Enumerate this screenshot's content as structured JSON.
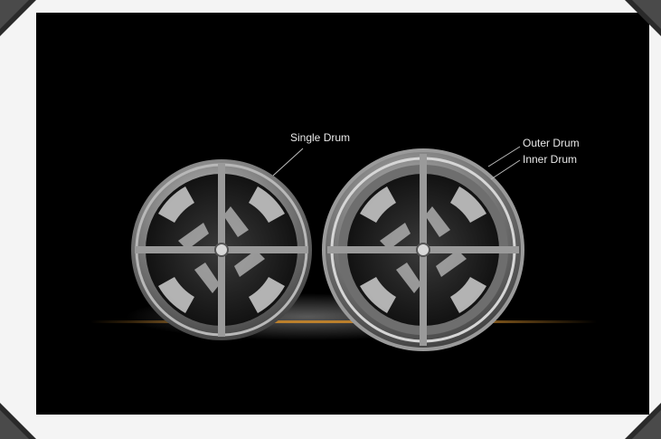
{
  "labels": {
    "single_drum": "Single Drum",
    "outer_drum": "Outer Drum",
    "inner_drum": "Inner Drum"
  },
  "colors": {
    "frame": "#f4f4f4",
    "photo_background": "#000000",
    "floor_glow": "#c8862a",
    "drum_metal": "#8a8a8a"
  },
  "icons": {
    "corner_mounts": "photo-corner-icon"
  }
}
